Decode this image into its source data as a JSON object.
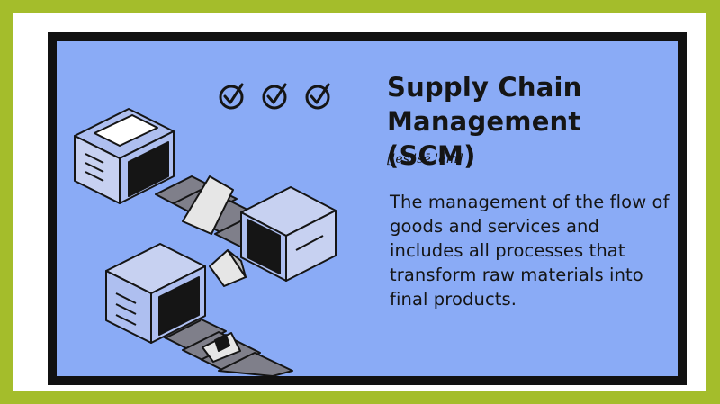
{
  "card": {
    "title_line1": "Supply Chain",
    "title_line2": "Management (SCM)",
    "pronunciation": "[ˈes ˈsē ˈem]",
    "definition": "The management of the flow of goods and services and includes all processes that transform raw materials into final products."
  },
  "icons": [
    "check-circle-icon",
    "check-circle-icon",
    "check-circle-icon",
    "conveyor-machine-icon",
    "package-icon"
  ],
  "colors": {
    "outer_border": "#a4bd2b",
    "frame": "#ffffff",
    "card_background": "#8aabf6",
    "ink": "#151515"
  }
}
